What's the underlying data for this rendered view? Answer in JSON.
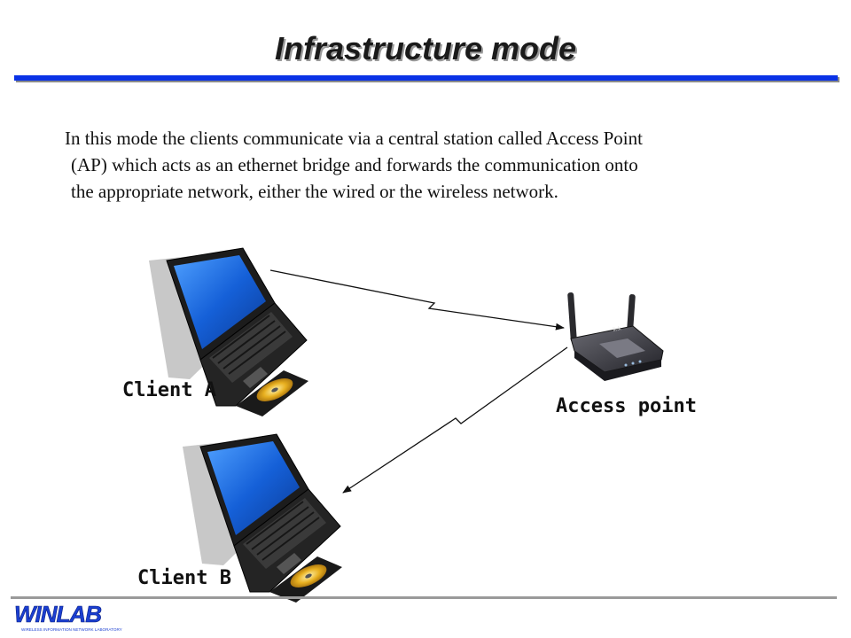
{
  "slide": {
    "title": "Infrastructure mode",
    "paragraph": {
      "line1": "In this mode the clients communicate via a central station called Access Point",
      "line2": "(AP) which acts as an ethernet bridge and forwards the communication onto",
      "line3": "the appropriate network, either the wired or the wireless network."
    }
  },
  "diagram": {
    "nodes": {
      "client_a": {
        "label": "Client A",
        "icon": "laptop-icon"
      },
      "client_b": {
        "label": "Client B",
        "icon": "laptop-icon"
      },
      "access_point": {
        "label": "Access point",
        "icon": "wireless-router-icon"
      }
    },
    "links": [
      {
        "from": "Client A",
        "to": "Access point",
        "style": "wireless lightning arrow"
      },
      {
        "from": "Access point",
        "to": "Client B",
        "style": "wireless lightning arrow"
      }
    ]
  },
  "footer": {
    "logo_text": "WINLAB",
    "logo_subtext": "WIRELESS INFORMATION NETWORK LABORATORY",
    "logo_color": "#1b3fd1"
  },
  "colors": {
    "title_rule": "#0a32e6",
    "screen": "#1560d8",
    "laptop_body": "#1c1c1c",
    "cd": "#e8b020"
  }
}
